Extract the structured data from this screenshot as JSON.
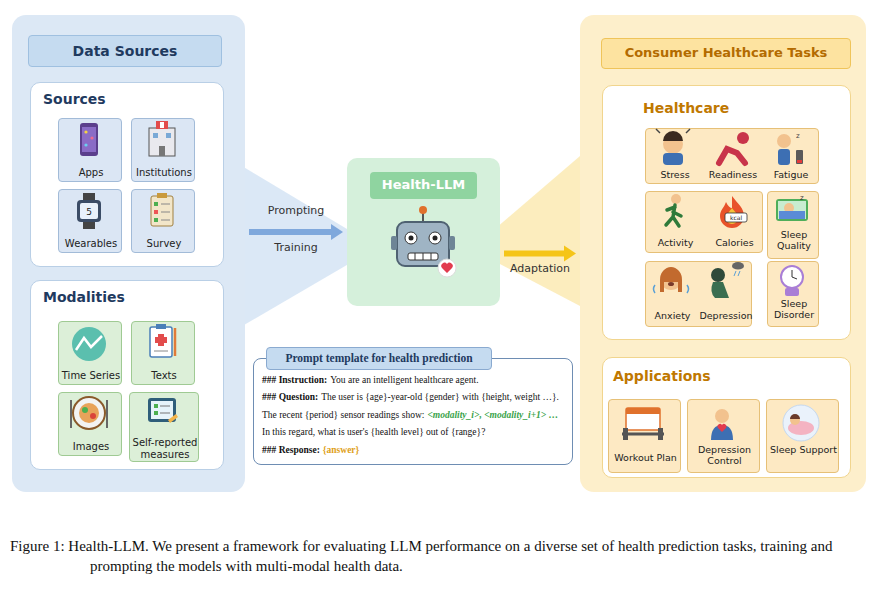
{
  "diagram": {
    "caption": "Figure 1: Health-LLM. We present a framework for evaluating LLM performance on a diverse set of health prediction tasks, training and prompting the models with multi-modal health data.",
    "nodes": [
      {
        "text": [
          "Data Sources"
        ]
      },
      {
        "text": [
          "Sources"
        ],
        "in": 0
      },
      {
        "text": [
          "Apps"
        ],
        "in": 1
      },
      {
        "text": [
          "Institutions"
        ],
        "in": 1
      },
      {
        "text": [
          "Wearables"
        ],
        "in": 1
      },
      {
        "text": [
          "Survey"
        ],
        "in": 1
      },
      {
        "text": [
          "Modalities"
        ],
        "in": 0
      },
      {
        "text": [
          "Time Series"
        ],
        "in": 6
      },
      {
        "text": [
          "Texts"
        ],
        "in": 6
      },
      {
        "text": [
          "Images"
        ],
        "in": 6
      },
      {
        "text": [
          "Self-reported measures"
        ],
        "in": 6
      },
      {
        "text": [
          "Health-LLM"
        ]
      },
      {
        "text": [
          "Prompt template for health prediction",
          "### Instruction:",
          "You are an intelligent healthcare agent.",
          "### Question:",
          "The user is {age}-year-old {gender} with {height, weight …}.",
          "The recent {period} sensor readings show:",
          "<modality_i>, <modality_i+1> …",
          "In this regard, what is user's {health level} out of {range}?",
          "### Response:",
          "{answer}"
        ]
      },
      {
        "text": [
          "Consumer Healthcare Tasks"
        ]
      },
      {
        "text": [
          "Healthcare"
        ],
        "in": 13
      },
      {
        "text": [
          "Stress",
          "Readiness",
          "Fatigue"
        ],
        "in": 14
      },
      {
        "text": [
          "Activity",
          "Calories"
        ],
        "in": 14
      },
      {
        "text": [
          "Sleep Quality"
        ],
        "in": 14
      },
      {
        "text": [
          "Anxiety",
          "Depression"
        ],
        "in": 14
      },
      {
        "text": [
          "Sleep Disorder"
        ],
        "in": 14
      },
      {
        "text": [
          "Applications"
        ],
        "in": 13
      },
      {
        "text": [
          "Workout Plan"
        ],
        "in": 20
      },
      {
        "text": [
          "Depression Control"
        ],
        "in": 20
      },
      {
        "text": [
          "Sleep Support"
        ],
        "in": 20
      }
    ],
    "edges": [
      {
        "from": 0,
        "to": 11,
        "arrow": "to",
        "label": "Prompting"
      },
      {
        "from": 11,
        "to": 13,
        "arrow": "to",
        "label": "Adaptation"
      }
    ],
    "labels": [
      "Training"
    ]
  }
}
